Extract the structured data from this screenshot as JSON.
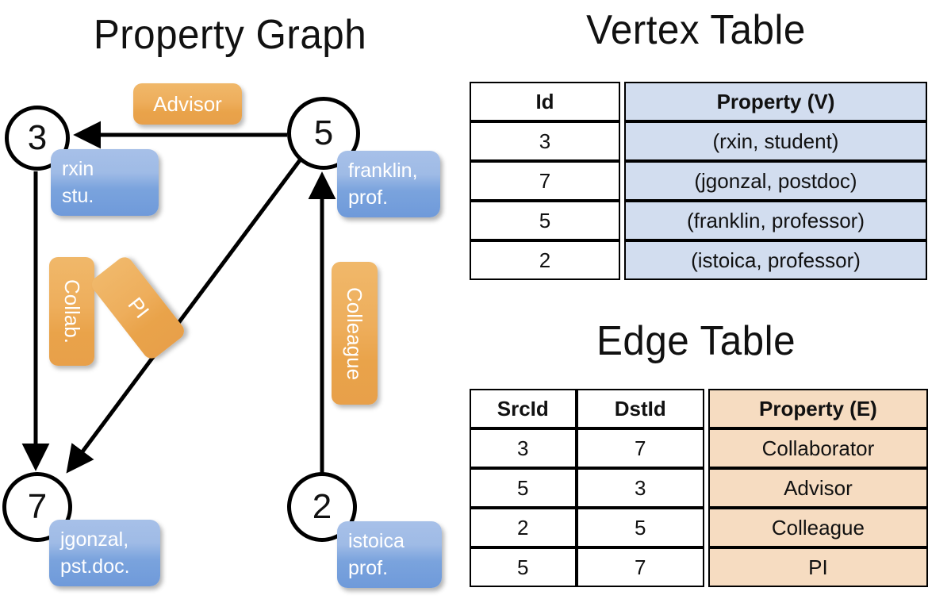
{
  "titles": {
    "property_graph": "Property Graph",
    "vertex_table": "Vertex Table",
    "edge_table": "Edge Table"
  },
  "graph": {
    "nodes": [
      {
        "id": "3",
        "label": "3",
        "property_box": {
          "line1": "rxin",
          "line2": "stu."
        }
      },
      {
        "id": "5",
        "label": "5",
        "property_box": {
          "line1": "franklin,",
          "line2": "prof."
        }
      },
      {
        "id": "7",
        "label": "7",
        "property_box": {
          "line1": "jgonzal,",
          "line2": "pst.doc."
        }
      },
      {
        "id": "2",
        "label": "2",
        "property_box": {
          "line1": "istoica",
          "line2": "prof."
        }
      }
    ],
    "edge_labels": {
      "advisor": "Advisor",
      "collab": "Collab.",
      "pi": "PI",
      "colleague": "Colleague"
    },
    "edges": [
      {
        "from": "5",
        "to": "3",
        "label": "Advisor"
      },
      {
        "from": "3",
        "to": "7",
        "label": "Collab."
      },
      {
        "from": "5",
        "to": "7",
        "label": "PI"
      },
      {
        "from": "2",
        "to": "5",
        "label": "Colleague"
      }
    ]
  },
  "vertex_table": {
    "headers": [
      "Id",
      "Property (V)"
    ],
    "rows": [
      {
        "id": "3",
        "property": "(rxin, student)"
      },
      {
        "id": "7",
        "property": "(jgonzal, postdoc)"
      },
      {
        "id": "5",
        "property": "(franklin, professor)"
      },
      {
        "id": "2",
        "property": "(istoica, professor)"
      }
    ]
  },
  "edge_table": {
    "headers": [
      "SrcId",
      "DstId",
      "Property (E)"
    ],
    "rows": [
      {
        "src": "3",
        "dst": "7",
        "property": "Collaborator"
      },
      {
        "src": "5",
        "dst": "3",
        "property": "Advisor"
      },
      {
        "src": "2",
        "dst": "5",
        "property": "Colleague"
      },
      {
        "src": "5",
        "dst": "7",
        "property": "PI"
      }
    ]
  },
  "colors": {
    "vertex_property_fill": "#d2ddef",
    "edge_property_fill": "#f6dcc1",
    "node_box_blue": "#7aa3dd",
    "edge_label_orange": "#e9a34a",
    "stroke": "#000000"
  }
}
